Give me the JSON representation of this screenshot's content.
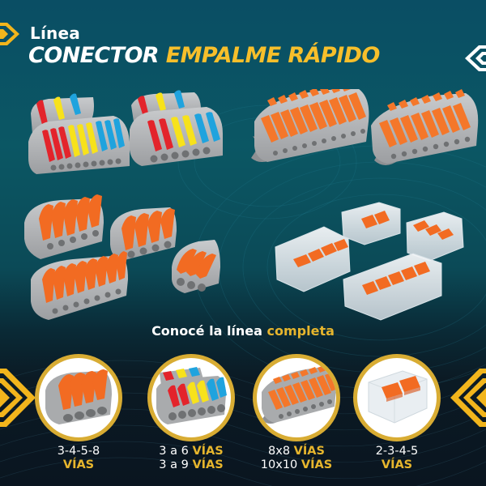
{
  "header": {
    "line1": "Línea",
    "line2_white": "CONECTOR",
    "line2_yellow": "EMPALME RÁPIDO",
    "left_icon": "double-chevron-right-icon",
    "right_icon": "double-chevron-left-icon"
  },
  "colors": {
    "accent_yellow": "#f7bf2b",
    "ring_gold": "#d8ac33",
    "bg_top": "#0a4e64",
    "bg_bottom": "#0a1520",
    "connector_gray": "#a9abad",
    "lever_orange": "#f26b22",
    "lever_red": "#e3242b",
    "lever_yellow": "#f7e21b",
    "lever_blue": "#1fa3de"
  },
  "products_showcase": [
    {
      "name": "split connector 3-to-9",
      "levers": [
        "red",
        "yellow",
        "blue"
      ]
    },
    {
      "name": "split connector 3-to-6",
      "levers": [
        "red",
        "yellow",
        "blue"
      ]
    },
    {
      "name": "10x10 orange connector"
    },
    {
      "name": "8x8 orange connector"
    },
    {
      "name": "5-way lever connector"
    },
    {
      "name": "4-way lever connector"
    },
    {
      "name": "8-way lever connector"
    },
    {
      "name": "3-way lever connector"
    },
    {
      "name": "4-way transparent connector"
    },
    {
      "name": "2-way transparent connector"
    },
    {
      "name": "3-way transparent connector"
    },
    {
      "name": "5-way transparent connector"
    }
  ],
  "tagline": {
    "text": "Conocé la línea",
    "highlight": "completa"
  },
  "cards": [
    {
      "lines": [
        {
          "plain": "3-4-5-8",
          "bold": ""
        },
        {
          "plain": "",
          "bold": "VÍAS"
        }
      ]
    },
    {
      "lines": [
        {
          "plain": "3 a 6 ",
          "bold": "VÍAS"
        },
        {
          "plain": "3 a 9 ",
          "bold": "VÍAS"
        }
      ]
    },
    {
      "lines": [
        {
          "plain": "8x8 ",
          "bold": "VÍAS"
        },
        {
          "plain": "10x10 ",
          "bold": "VÍAS"
        }
      ]
    },
    {
      "lines": [
        {
          "plain": "2-3-4-5",
          "bold": ""
        },
        {
          "plain": "",
          "bold": "VÍAS"
        }
      ]
    }
  ]
}
